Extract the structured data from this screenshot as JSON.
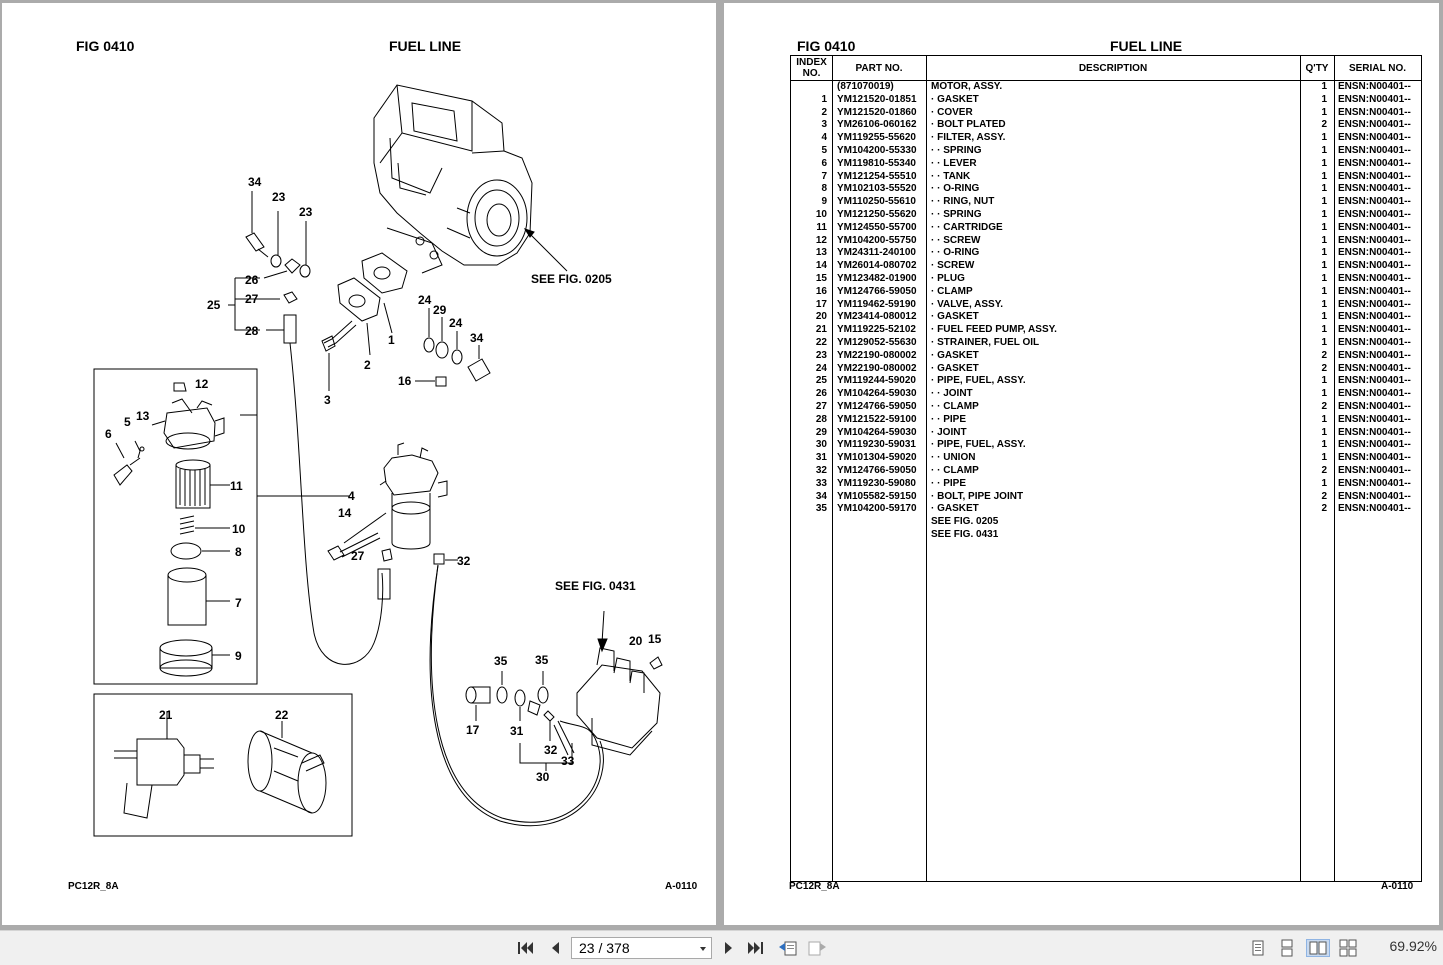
{
  "left_page": {
    "fig_label": "FIG   0410",
    "title": "FUEL LINE",
    "see_fig_0205": "SEE FIG. 0205",
    "see_fig_0431": "SEE FIG. 0431",
    "footer_model": "PC12R_8A",
    "footer_page": "A-0110",
    "callouts": [
      "34",
      "23",
      "23",
      "26",
      "27",
      "25",
      "28",
      "3",
      "2",
      "1",
      "24",
      "29",
      "24",
      "34",
      "16",
      "12",
      "5",
      "13",
      "6",
      "11",
      "4",
      "10",
      "8",
      "7",
      "9",
      "14",
      "27",
      "32",
      "21",
      "22",
      "35",
      "35",
      "20",
      "15",
      "17",
      "31",
      "32",
      "33",
      "30"
    ]
  },
  "right_page": {
    "fig_label": "FIG   0410",
    "title": "FUEL LINE",
    "columns": {
      "index": "INDEX NO.",
      "part_no": "PART NO.",
      "description": "DESCRIPTION",
      "qty": "Q'TY",
      "serial": "SERIAL NO."
    },
    "rows": [
      {
        "idx": "",
        "part": "(871070019)",
        "desc": "MOTOR, ASSY.",
        "qty": "1",
        "serial": "ENSN:N00401--"
      },
      {
        "idx": "1",
        "part": "YM121520-01851",
        "desc": "· GASKET",
        "qty": "1",
        "serial": "ENSN:N00401--"
      },
      {
        "idx": "2",
        "part": "YM121520-01860",
        "desc": "· COVER",
        "qty": "1",
        "serial": "ENSN:N00401--"
      },
      {
        "idx": "3",
        "part": "YM26106-060162",
        "desc": "· BOLT PLATED",
        "qty": "2",
        "serial": "ENSN:N00401--"
      },
      {
        "idx": "4",
        "part": "YM119255-55620",
        "desc": "· FILTER, ASSY.",
        "qty": "1",
        "serial": "ENSN:N00401--"
      },
      {
        "idx": "5",
        "part": "YM104200-55330",
        "desc": "· · SPRING",
        "qty": "1",
        "serial": "ENSN:N00401--"
      },
      {
        "idx": "6",
        "part": "YM119810-55340",
        "desc": "· · LEVER",
        "qty": "1",
        "serial": "ENSN:N00401--"
      },
      {
        "idx": "7",
        "part": "YM121254-55510",
        "desc": "· · TANK",
        "qty": "1",
        "serial": "ENSN:N00401--"
      },
      {
        "idx": "8",
        "part": "YM102103-55520",
        "desc": "· · O-RING",
        "qty": "1",
        "serial": "ENSN:N00401--"
      },
      {
        "idx": "9",
        "part": "YM110250-55610",
        "desc": "· · RING, NUT",
        "qty": "1",
        "serial": "ENSN:N00401--"
      },
      {
        "idx": "10",
        "part": "YM121250-55620",
        "desc": "· · SPRING",
        "qty": "1",
        "serial": "ENSN:N00401--"
      },
      {
        "idx": "11",
        "part": "YM124550-55700",
        "desc": "· · CARTRIDGE",
        "qty": "1",
        "serial": "ENSN:N00401--"
      },
      {
        "idx": "12",
        "part": "YM104200-55750",
        "desc": "· · SCREW",
        "qty": "1",
        "serial": "ENSN:N00401--"
      },
      {
        "idx": "13",
        "part": "YM24311-240100",
        "desc": "· · O-RING",
        "qty": "1",
        "serial": "ENSN:N00401--"
      },
      {
        "idx": "14",
        "part": "YM26014-080702",
        "desc": "· SCREW",
        "qty": "1",
        "serial": "ENSN:N00401--"
      },
      {
        "idx": "15",
        "part": "YM123482-01900",
        "desc": "· PLUG",
        "qty": "1",
        "serial": "ENSN:N00401--"
      },
      {
        "idx": "16",
        "part": "YM124766-59050",
        "desc": "· CLAMP",
        "qty": "1",
        "serial": "ENSN:N00401--"
      },
      {
        "idx": "17",
        "part": "YM119462-59190",
        "desc": "· VALVE, ASSY.",
        "qty": "1",
        "serial": "ENSN:N00401--"
      },
      {
        "idx": "20",
        "part": "YM23414-080012",
        "desc": "· GASKET",
        "qty": "1",
        "serial": "ENSN:N00401--"
      },
      {
        "idx": "21",
        "part": "YM119225-52102",
        "desc": "· FUEL FEED PUMP, ASSY.",
        "qty": "1",
        "serial": "ENSN:N00401--"
      },
      {
        "idx": "22",
        "part": "YM129052-55630",
        "desc": "· STRAINER, FUEL OIL",
        "qty": "1",
        "serial": "ENSN:N00401--"
      },
      {
        "idx": "23",
        "part": "YM22190-080002",
        "desc": "· GASKET",
        "qty": "2",
        "serial": "ENSN:N00401--"
      },
      {
        "idx": "24",
        "part": "YM22190-080002",
        "desc": "· GASKET",
        "qty": "2",
        "serial": "ENSN:N00401--"
      },
      {
        "idx": "25",
        "part": "YM119244-59020",
        "desc": "· PIPE, FUEL, ASSY.",
        "qty": "1",
        "serial": "ENSN:N00401--"
      },
      {
        "idx": "26",
        "part": "YM104264-59030",
        "desc": "· · JOINT",
        "qty": "1",
        "serial": "ENSN:N00401--"
      },
      {
        "idx": "27",
        "part": "YM124766-59050",
        "desc": "· · CLAMP",
        "qty": "2",
        "serial": "ENSN:N00401--"
      },
      {
        "idx": "28",
        "part": "YM121522-59100",
        "desc": "· · PIPE",
        "qty": "1",
        "serial": "ENSN:N00401--"
      },
      {
        "idx": "29",
        "part": "YM104264-59030",
        "desc": "· JOINT",
        "qty": "1",
        "serial": "ENSN:N00401--"
      },
      {
        "idx": "30",
        "part": "YM119230-59031",
        "desc": "· PIPE, FUEL, ASSY.",
        "qty": "1",
        "serial": "ENSN:N00401--"
      },
      {
        "idx": "31",
        "part": "YM101304-59020",
        "desc": "· · UNION",
        "qty": "1",
        "serial": "ENSN:N00401--"
      },
      {
        "idx": "32",
        "part": "YM124766-59050",
        "desc": "· · CLAMP",
        "qty": "2",
        "serial": "ENSN:N00401--"
      },
      {
        "idx": "33",
        "part": "YM119230-59080",
        "desc": "· · PIPE",
        "qty": "1",
        "serial": "ENSN:N00401--"
      },
      {
        "idx": "34",
        "part": "YM105582-59150",
        "desc": "· BOLT, PIPE JOINT",
        "qty": "2",
        "serial": "ENSN:N00401--"
      },
      {
        "idx": "35",
        "part": "YM104200-59170",
        "desc": "· GASKET",
        "qty": "2",
        "serial": "ENSN:N00401--"
      },
      {
        "idx": "",
        "part": "",
        "desc": "SEE FIG. 0205",
        "qty": "",
        "serial": ""
      },
      {
        "idx": "",
        "part": "",
        "desc": "SEE FIG. 0431",
        "qty": "",
        "serial": ""
      }
    ],
    "footer_model": "PC12R_8A",
    "footer_page": "A-0110"
  },
  "toolbar": {
    "page_indicator": "23 / 378",
    "zoom": "69.92%",
    "icons": [
      "first-page-icon",
      "previous-page-icon",
      "next-page-icon",
      "last-page-icon",
      "previous-view-icon",
      "next-view-icon",
      "single-page-icon",
      "continuous-icon",
      "two-page-icon",
      "two-page-continuous-icon"
    ]
  }
}
